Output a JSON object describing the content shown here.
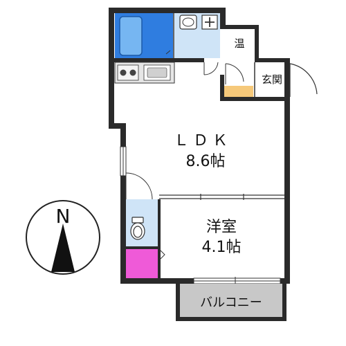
{
  "rooms": {
    "ldk": {
      "name": "ＬＤＫ",
      "size": "8.6帖"
    },
    "western": {
      "name": "洋室",
      "size": "4.1帖"
    },
    "water_heater": "温",
    "entrance": "玄関",
    "balcony": "バルコニー"
  },
  "compass": {
    "label": "N"
  },
  "colors": {
    "wall": "#2a2a2a",
    "bath": "#2f7de0",
    "washroom": "#cfe4f7",
    "toilet_room": "#cfe4f7",
    "storage": "#ef5ad8",
    "genkan_floor": "#f6c97a",
    "balcony": "#c8c8c8",
    "kitchen_counter": "#e6e6e6"
  }
}
